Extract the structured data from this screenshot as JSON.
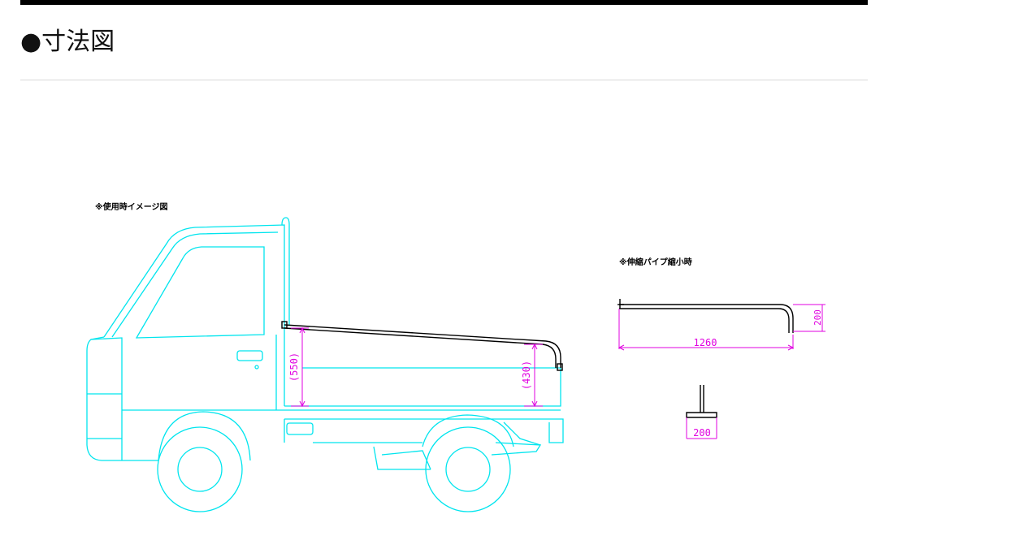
{
  "heading": "●寸法図",
  "captions": {
    "usage": "※使用時イメージ図",
    "retracted": "※伸縮パイプ縮小時"
  },
  "dimensions": {
    "front_height": "(550)",
    "rear_height": "(430)",
    "pipe_length": "1260",
    "pipe_drop": "200",
    "end_width": "200"
  },
  "colors": {
    "truck_outline": "#00e5ee",
    "dimension": "#e000e0",
    "pipe": "#000000"
  }
}
